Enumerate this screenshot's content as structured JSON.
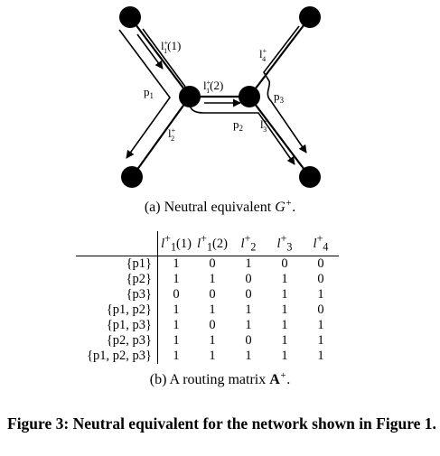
{
  "diagram": {
    "labels": {
      "l1p1": "l",
      "l1p1_sup": "+",
      "l1p1_sub": "1",
      "l1p1_arg": "(1)",
      "l1p2": "l",
      "l1p2_sup": "+",
      "l1p2_sub": "1",
      "l1p2_arg": "(2)",
      "l2": "l",
      "l2_sup": "+",
      "l2_sub": "2",
      "l3": "l",
      "l3_sup": "+",
      "l3_sub": "3",
      "l4": "l",
      "l4_sup": "+",
      "l4_sub": "4",
      "p1": "p",
      "p1_sub": "1",
      "p2": "p",
      "p2_sub": "2",
      "p3": "p",
      "p3_sub": "3"
    }
  },
  "caption_a": {
    "prefix": "(a) Neutral equivalent ",
    "symbol": "G",
    "sup": "+",
    "suffix": "."
  },
  "table": {
    "columns": [
      {
        "base": "l",
        "sup": "+",
        "sub": "1",
        "arg": "(1)"
      },
      {
        "base": "l",
        "sup": "+",
        "sub": "1",
        "arg": "(2)"
      },
      {
        "base": "l",
        "sup": "+",
        "sub": "2",
        "arg": ""
      },
      {
        "base": "l",
        "sup": "+",
        "sub": "3",
        "arg": ""
      },
      {
        "base": "l",
        "sup": "+",
        "sub": "4",
        "arg": ""
      }
    ],
    "rows": [
      {
        "label": "{p1}",
        "values": [
          "1",
          "0",
          "1",
          "0",
          "0"
        ]
      },
      {
        "label": "{p2}",
        "values": [
          "1",
          "1",
          "0",
          "1",
          "0"
        ]
      },
      {
        "label": "{p3}",
        "values": [
          "0",
          "0",
          "0",
          "1",
          "1"
        ]
      },
      {
        "label": "{p1, p2}",
        "values": [
          "1",
          "1",
          "1",
          "1",
          "0"
        ]
      },
      {
        "label": "{p1, p3}",
        "values": [
          "1",
          "0",
          "1",
          "1",
          "1"
        ]
      },
      {
        "label": "{p2, p3}",
        "values": [
          "1",
          "1",
          "0",
          "1",
          "1"
        ]
      },
      {
        "label": "{p1, p2, p3}",
        "values": [
          "1",
          "1",
          "1",
          "1",
          "1"
        ]
      }
    ]
  },
  "caption_b": {
    "prefix": "(b) A routing matrix ",
    "symbol": "A",
    "sup": "+",
    "suffix": "."
  },
  "figure_caption": "Figure 3: Neutral equivalent for the network shown in Figure 1."
}
